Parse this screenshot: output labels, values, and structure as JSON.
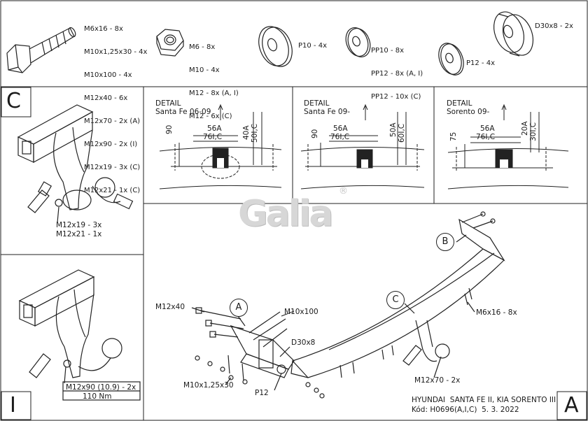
{
  "parts_header": {
    "bolts": [
      "M6x16 - 8x",
      "M10x1,25x30 - 4x",
      "M10x100 - 4x",
      "M12x40 - 6x",
      "M12x70 - 2x (A)",
      "M12x90 - 2x (I)",
      "M12x19 - 3x (C)",
      "M12x21 - 1x (C)"
    ],
    "nuts": [
      "M6 - 8x",
      "M10 - 4x",
      "M12 - 8x (A, I)",
      "M12 - 6x (C)"
    ],
    "washer_p10": "P10 - 4x",
    "washers_pp": [
      "PP10 - 8x",
      "PP12 - 8x (A, I)",
      "PP12 - 10x (C)"
    ],
    "washer_p12": "P12 - 4x",
    "spacer": "D30x8 - 2x"
  },
  "panel_c": {
    "letter": "C",
    "labels": [
      "M12x19 - 3x",
      "M12x21 - 1x"
    ]
  },
  "panel_i": {
    "letter": "I",
    "labels": [
      "M12x90 (10.9) - 2x",
      "110 Nm"
    ]
  },
  "details": [
    {
      "title": "DETAIL",
      "model": "Santa Fe 06-09",
      "height": "90",
      "width_a": "56A",
      "width_c": "76I,C",
      "side_a": "40A",
      "side_c": "50I,C"
    },
    {
      "title": "DETAIL",
      "model": "Santa Fe 09-",
      "height": "90",
      "width_a": "56A",
      "width_c": "76I,C",
      "side_a": "50A",
      "side_c": "60I,C"
    },
    {
      "title": "DETAIL",
      "model": "Sorento 09-",
      "height": "75",
      "width_a": "56A",
      "width_c": "76I,C",
      "side_a": "20A",
      "side_c": "30I,C"
    }
  ],
  "logo": {
    "text": "Galia",
    "mark": "®"
  },
  "callouts": {
    "a": "A",
    "b": "B",
    "c": "C"
  },
  "assembly_labels": {
    "m12x40": "M12x40",
    "m10x100": "M10x100",
    "d30x8": "D30x8",
    "m10x125x30": "M10x1,25x30",
    "p12": "P12",
    "m6x16": "M6x16 - 8x",
    "m12x70": "M12x70 - 2x"
  },
  "footer": {
    "vehicle": "HYUNDAI  SANTA FE II, KIA SORENTO III",
    "code": "Kód: H0696(A,I,C)  5. 3. 2022",
    "letter": "A"
  }
}
